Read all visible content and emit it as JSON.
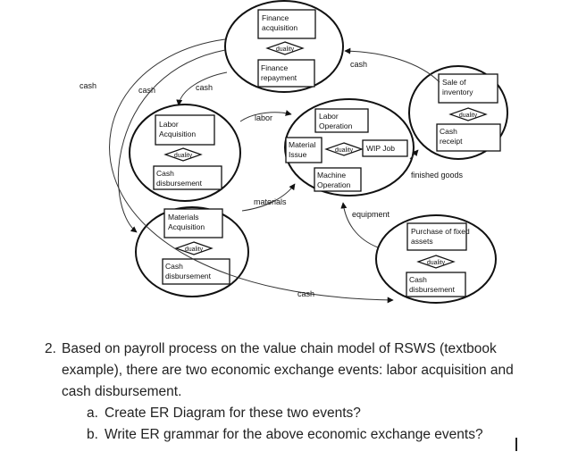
{
  "diagram": {
    "processes": [
      {
        "id": "financing",
        "exchange": {
          "from": "Finance acquisition",
          "link": "duality",
          "to": "Finance repayment"
        }
      },
      {
        "id": "revenue",
        "exchange": {
          "from": "Sale of inventory",
          "link": "duality",
          "to": "Cash receipt"
        }
      },
      {
        "id": "payroll",
        "exchange": {
          "from": "Labor Acquisition",
          "link": "duality",
          "to": "Cash disbursement"
        }
      },
      {
        "id": "conversion",
        "inputs": [
          "Labor Operation",
          "Material Issue",
          "Machine Operation"
        ],
        "link": "duality",
        "output": "WIP Job"
      },
      {
        "id": "acquisition",
        "exchange": {
          "from": "Materials Acquisition",
          "link": "duality",
          "to": "Cash disbursement"
        }
      },
      {
        "id": "fixed-assets",
        "exchange": {
          "from": "Purchase of fixed assets",
          "link": "duality",
          "to": "Cash disbursement"
        }
      }
    ],
    "flows": {
      "cash_left_outer": "cash",
      "cash_left_mid": "cash",
      "cash_left_inner": "cash",
      "cash_top_right": "cash",
      "cash_bottom": "cash",
      "labor": "labor",
      "materials": "materials",
      "equipment": "equipment",
      "finished_goods": "finished goods"
    }
  },
  "question": {
    "number": "2.",
    "text": "Based on payroll process on the value chain model of RSWS (textbook example), there are two economic exchange events: labor acquisition and cash disbursement.",
    "parts": [
      {
        "letter": "a.",
        "text": "Create ER Diagram for these two events?"
      },
      {
        "letter": "b.",
        "text": "Write ER grammar for the above economic exchange events?"
      }
    ]
  }
}
